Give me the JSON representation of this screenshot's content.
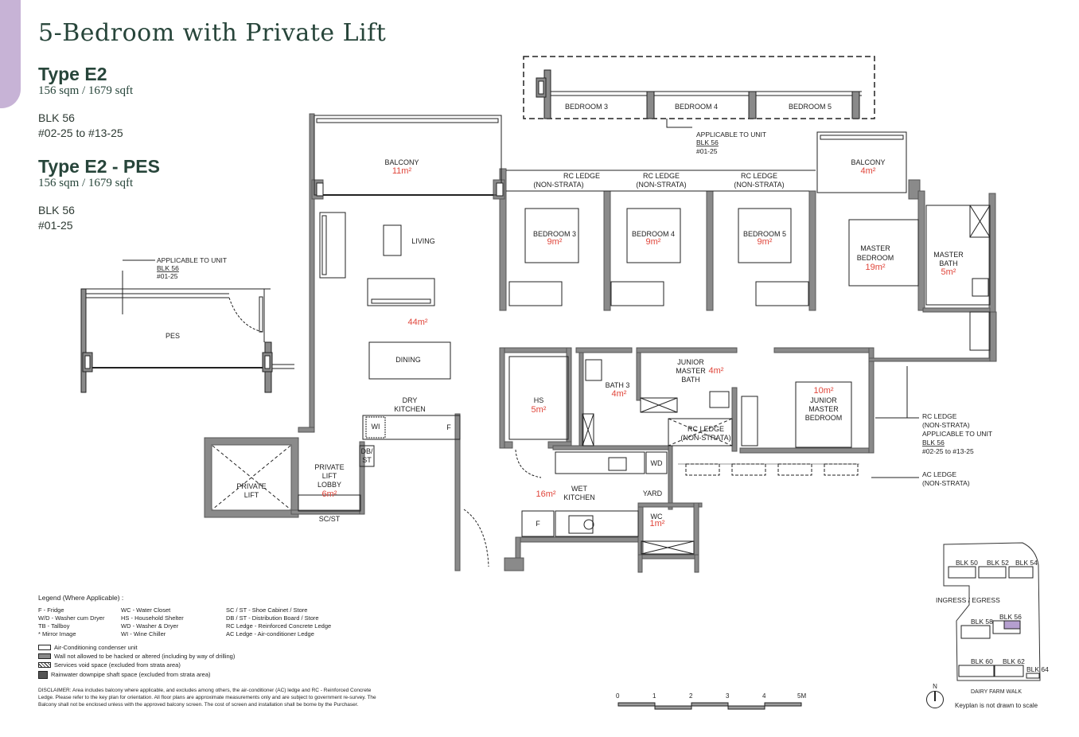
{
  "page": {
    "title": "5-Bedroom with Private Lift",
    "accent_color": "#c7b3d6",
    "title_color": "#27453a",
    "area_label_color": "#e0453a"
  },
  "unit_types": [
    {
      "name": "Type E2",
      "area": "156 sqm / 1679 sqft",
      "block": "BLK 56",
      "units": "#02-25 to #13-25"
    },
    {
      "name": "Type E2 - PES",
      "area": "156 sqm / 1679 sqft",
      "block": "BLK 56",
      "units": "#01-25"
    }
  ],
  "rooms": {
    "balcony_living": {
      "label": "BALCONY",
      "area": "11m²"
    },
    "living": {
      "label": "LIVING"
    },
    "living_dining_area": "44m²",
    "dining": {
      "label": "DINING"
    },
    "dry_kitchen": {
      "label_1": "DRY",
      "label_2": "KITCHEN"
    },
    "wine_chiller": "WI",
    "fridge_dry": "F",
    "db_st": {
      "line_1": "DB/",
      "line_2": "ST"
    },
    "private_lift": {
      "line_1": "PRIVATE",
      "line_2": "LIFT"
    },
    "private_lift_lobby": {
      "line_1": "PRIVATE",
      "line_2": "LIFT",
      "line_3": "LOBBY",
      "area": "6m²"
    },
    "sc_st": "SC/ST",
    "bedroom3": {
      "label": "BEDROOM 3",
      "area": "9m²"
    },
    "bedroom4": {
      "label": "BEDROOM 4",
      "area": "9m²"
    },
    "bedroom5": {
      "label": "BEDROOM 5",
      "area": "9m²"
    },
    "rc_ledge": {
      "line_1": "RC LEDGE",
      "line_2": "(NON-STRATA)"
    },
    "balcony_master": {
      "label": "BALCONY",
      "area": "4m²"
    },
    "master_bedroom": {
      "line_1": "MASTER",
      "line_2": "BEDROOM",
      "area": "19m²"
    },
    "master_bath": {
      "line_1": "MASTER",
      "line_2": "BATH",
      "area": "5m²"
    },
    "hs": {
      "label": "HS",
      "area": "5m²"
    },
    "bath3": {
      "label": "BATH 3",
      "area": "4m²"
    },
    "junior_master_bath": {
      "line_1": "JUNIOR",
      "line_2": "MASTER",
      "line_3": "BATH",
      "area": "4m²"
    },
    "rc_ledge_mid": {
      "line_1": "RC LEDGE",
      "line_2": "(NON-STRATA)"
    },
    "junior_master_bedroom": {
      "area": "10m²",
      "line_1": "JUNIOR",
      "line_2": "MASTER",
      "line_3": "BEDROOM"
    },
    "wd": "WD",
    "wet_kitchen": {
      "line_1": "WET",
      "line_2": "KITCHEN",
      "area": "16m²"
    },
    "fridge_wet": "F",
    "yard": "YARD",
    "wc": {
      "label": "WC",
      "area": "1m²"
    },
    "pes": "PES"
  },
  "pes_inset": {
    "bedroom3": "BEDROOM 3",
    "bedroom4": "BEDROOM 4",
    "bedroom5": "BEDROOM 5"
  },
  "callouts": {
    "top": {
      "line_1": "APPLICABLE TO UNIT",
      "line_2": "BLK 56",
      "line_3": "#01-25"
    },
    "pes": {
      "line_1": "APPLICABLE TO UNIT",
      "line_2": "BLK 56",
      "line_3": "#01-25"
    },
    "rc_ledge_right": {
      "line_1": "RC LEDGE",
      "line_2": "(NON-STRATA)",
      "line_3": "APPLICABLE TO UNIT",
      "line_4": "BLK 56",
      "line_5": "#02-25 to #13-25"
    },
    "ac_ledge": {
      "line_1": "AC LEDGE",
      "line_2": "(NON-STRATA)"
    }
  },
  "legend": {
    "title": "Legend (Where Applicable) :",
    "abbreviations": [
      "F - Fridge",
      "WC - Water Closet",
      "SC / ST - Shoe Cabinet / Store",
      "W/D - Washer cum Dryer",
      "HS - Household Shelter",
      "DB / ST - Distribution Board / Store",
      "TB - Tallboy",
      "WD - Washer & Dryer",
      "RC Ledge - Reinforced Concrete Ledge",
      "* Mirror Image",
      "WI - Wine Chiller",
      "AC Ledge - Air-conditioner Ledge"
    ],
    "symbols": [
      {
        "key": "ac",
        "label": "Air-Conditioning condenser unit"
      },
      {
        "key": "wall",
        "label": "Wall not allowed to be hacked or altered (including by way of drilling)"
      },
      {
        "key": "void",
        "label": "Services void space (excluded from strata area)"
      },
      {
        "key": "shaft",
        "label": "Rainwater downpipe shaft space (excluded from strata area)"
      }
    ],
    "disclaimer": "DISCLAIMER: Area includes balcony where applicable, and excludes among others, the air-conditioner (AC) ledge and RC - Reinforced Concrete Ledge. Please refer to the key plan for orientation. All floor plans are approximate measurements only and are subject to government re-survey. The Balcony shall not be enclosed unless with the approved balcony screen. The cost of screen and installation shall be borne by the Purchaser."
  },
  "scale_bar": {
    "ticks": [
      "0",
      "1",
      "2",
      "3",
      "4",
      "5M"
    ]
  },
  "keyplan": {
    "blocks": [
      "BLK 50",
      "BLK 52",
      "BLK 54",
      "BLK 58",
      "BLK 56",
      "BLK 60",
      "BLK 62",
      "BLK 64"
    ],
    "ingress": "INGRESS / EGRESS",
    "road": "DAIRY FARM WALK",
    "north": "N",
    "note": "Keyplan is not drawn to scale",
    "highlight_color": "#b59fcf"
  }
}
